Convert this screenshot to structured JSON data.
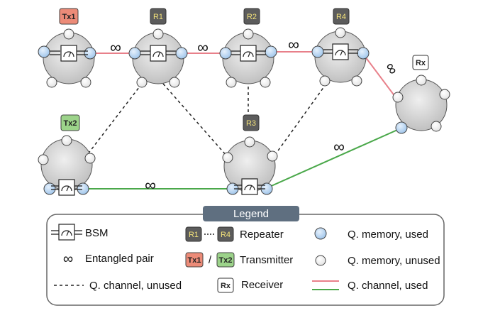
{
  "nodes": {
    "tx1": {
      "tag": "Tx1"
    },
    "tx2": {
      "tag": "Tx2"
    },
    "r1": {
      "tag": "R1"
    },
    "r2": {
      "tag": "R2"
    },
    "r3": {
      "tag": "R3"
    },
    "r4": {
      "tag": "R4"
    },
    "rx": {
      "tag": "Rx"
    }
  },
  "links": {
    "entangled_symbol": "∞"
  },
  "legend": {
    "title": "Legend",
    "bsm": "BSM",
    "entangled_pair": "Entangled pair",
    "channel_unused": "Q. channel, unused",
    "repeater_from": "R1",
    "repeater_to": "R4",
    "repeater": "Repeater",
    "tx1": "Tx1",
    "separator": "/",
    "tx2": "Tx2",
    "transmitter": "Transmitter",
    "rx": "Rx",
    "receiver": "Receiver",
    "memory_used": "Q. memory, used",
    "memory_unused": "Q. memory, unused",
    "channel_used": "Q. channel, used"
  },
  "colors": {
    "tx1_tag": "#ec8b78",
    "tx2_tag": "#9cd38a",
    "repeater_tag": "#5c5c5c",
    "repeater_tag_text": "#f3e27a",
    "link_red": "#e8808a",
    "link_green": "#4aa84a",
    "memory_used": "#bcd8f4",
    "node_fill": "#d2d2d2",
    "legend_title_bg": "#5f6f80"
  }
}
